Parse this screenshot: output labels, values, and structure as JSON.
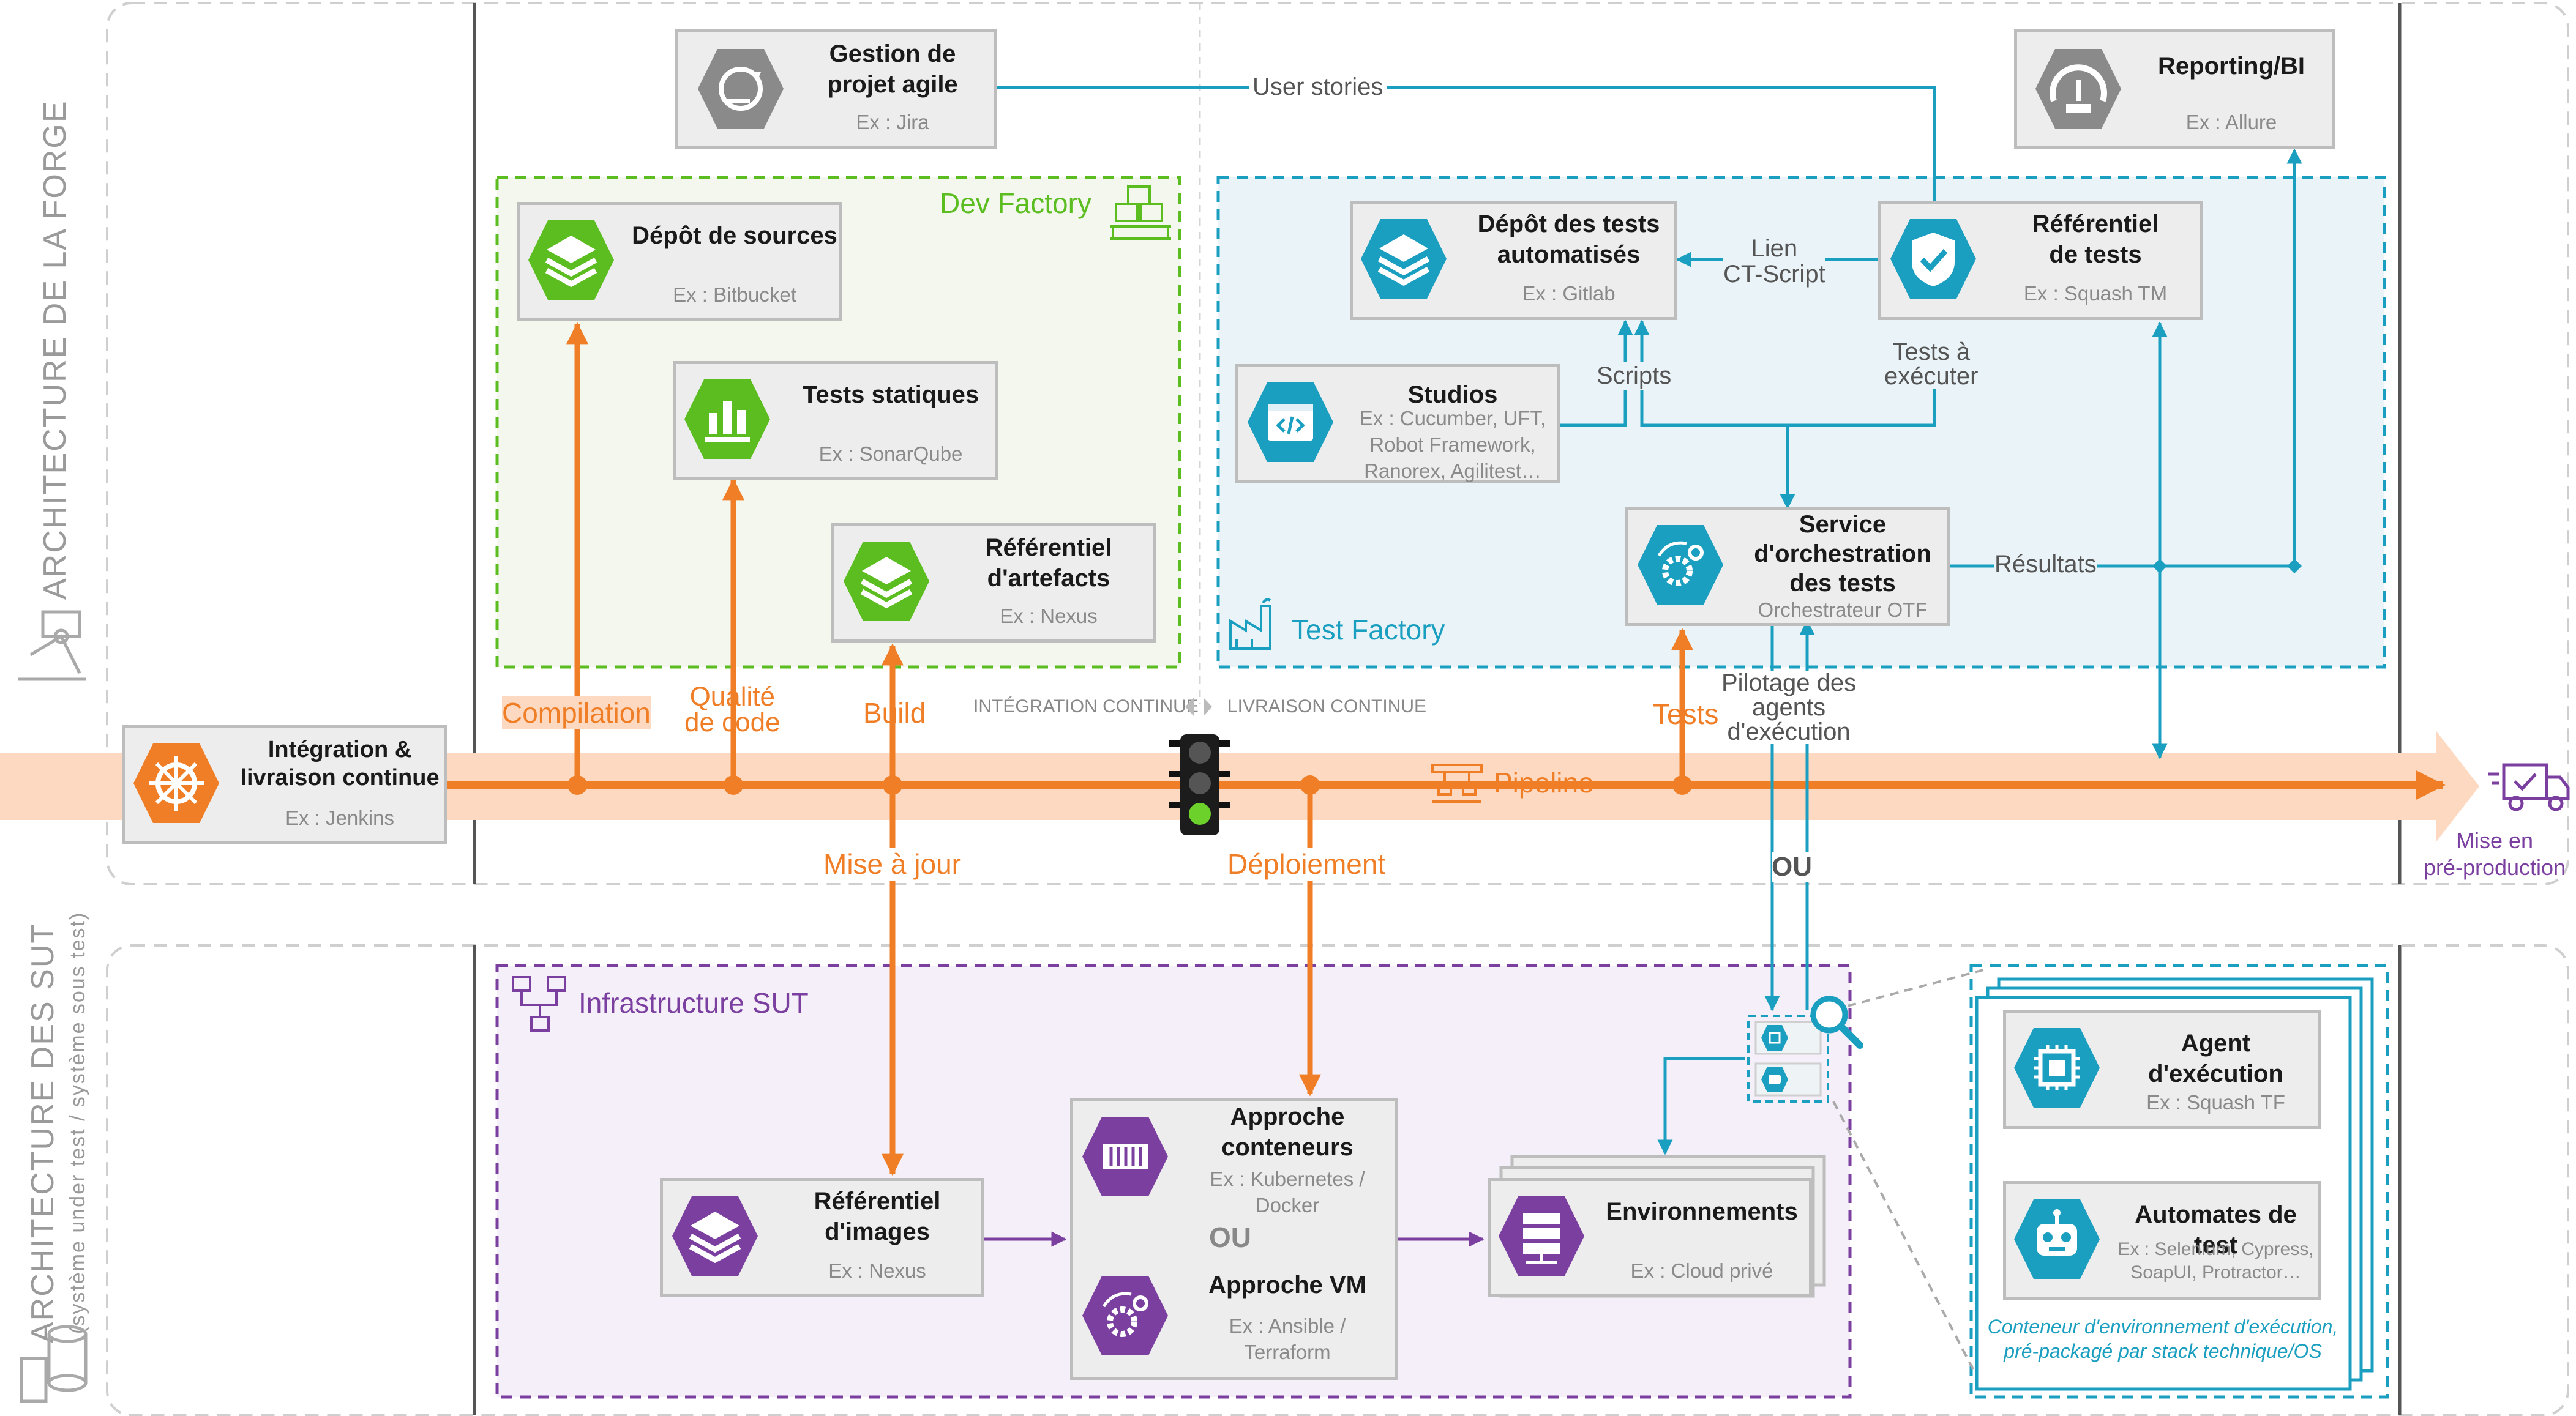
{
  "sections": {
    "forge": "ARCHITECTURE DE LA FORGE",
    "sut": "ARCHITECTURE DES SUT",
    "sut_sub": "(système under test / système sous test)"
  },
  "zones": {
    "dev_factory": "Dev Factory",
    "test_factory": "Test Factory",
    "infra_sut": "Infrastructure SUT"
  },
  "cards": {
    "gestion": {
      "title": "Gestion de\nprojet agile",
      "example": "Ex : Jira"
    },
    "reporting": {
      "title": "Reporting/BI",
      "example": "Ex : Allure"
    },
    "depot_sources": {
      "title": "Dépôt de sources",
      "example": "Ex : Bitbucket"
    },
    "tests_statiques": {
      "title": "Tests statiques",
      "example": "Ex : SonarQube"
    },
    "ref_artefacts": {
      "title": "Référentiel\nd'artefacts",
      "example": "Ex : Nexus"
    },
    "depot_tests": {
      "title": "Dépôt des tests\nautomatisés",
      "example": "Ex : Gitlab"
    },
    "ref_tests": {
      "title": "Référentiel\nde tests",
      "example": "Ex : Squash TM"
    },
    "studios": {
      "title": "Studios",
      "example": "Ex : Cucumber, UFT,\nRobot Framework,\nRanorex, Agilitest…"
    },
    "orchestration": {
      "title": "Service\nd'orchestration\ndes tests",
      "example": "Orchestrateur OTF"
    },
    "integration": {
      "title": "Intégration &\nlivraison continue",
      "example": "Ex : Jenkins"
    },
    "ref_images": {
      "title": "Référentiel\nd'images",
      "example": "Ex : Nexus"
    },
    "conteneurs": {
      "title": "Approche\nconteneurs",
      "example": "Ex : Kubernetes /\nDocker"
    },
    "vm": {
      "title": "Approche VM",
      "example": "Ex : Ansible /\nTerraform"
    },
    "environnements": {
      "title": "Environnements",
      "example": "Ex : Cloud privé"
    },
    "agent": {
      "title": "Agent d'exécution",
      "example": "Ex : Squash TF"
    },
    "automates": {
      "title": "Automates de test",
      "example": "Ex : Selenium, Cypress,\nSoapUI, Protractor…"
    }
  },
  "labels": {
    "user_stories": "User stories",
    "lien": "Lien\nCT-Script",
    "scripts": "Scripts",
    "tests_a_executer": "Tests à\nexécuter",
    "resultats": "Résultats",
    "compilation": "Compilation",
    "qualite": "Qualité\nde code",
    "build": "Build",
    "tests": "Tests",
    "pilotage": "Pilotage des\nagents\nd'exécution",
    "integration_continue": "INTÉGRATION CONTINUE",
    "livraison_continue": "LIVRAISON CONTINUE",
    "pipeline": "Pipeline",
    "mise_en_prod": "Mise en\npré-production",
    "mise_a_jour": "Mise à jour",
    "deploiement": "Déploiement",
    "ou_sut": "OU",
    "ou_infra": "OU",
    "container_note": "Conteneur d'environnement d'exécution,\npré-packagé par stack technique/OS"
  },
  "colors": {
    "orange": "#f07e26",
    "teal": "#1b9fc0",
    "green": "#5bbd1f",
    "violet": "#7b3fa0",
    "grey": "#bdbdbd"
  },
  "icons": [
    "sync-icon",
    "gauge-icon",
    "layers-icon",
    "bar-chart-icon",
    "shield-check-icon",
    "code-window-icon",
    "gear-network-icon",
    "ship-wheel-icon",
    "server-stack-icon",
    "gear-cycle-icon",
    "chip-icon",
    "robot-icon",
    "traffic-light-icon",
    "truck-icon",
    "magnifier-icon",
    "factory-icon",
    "boxes-icon",
    "network-icon",
    "robot-arm-icon"
  ]
}
